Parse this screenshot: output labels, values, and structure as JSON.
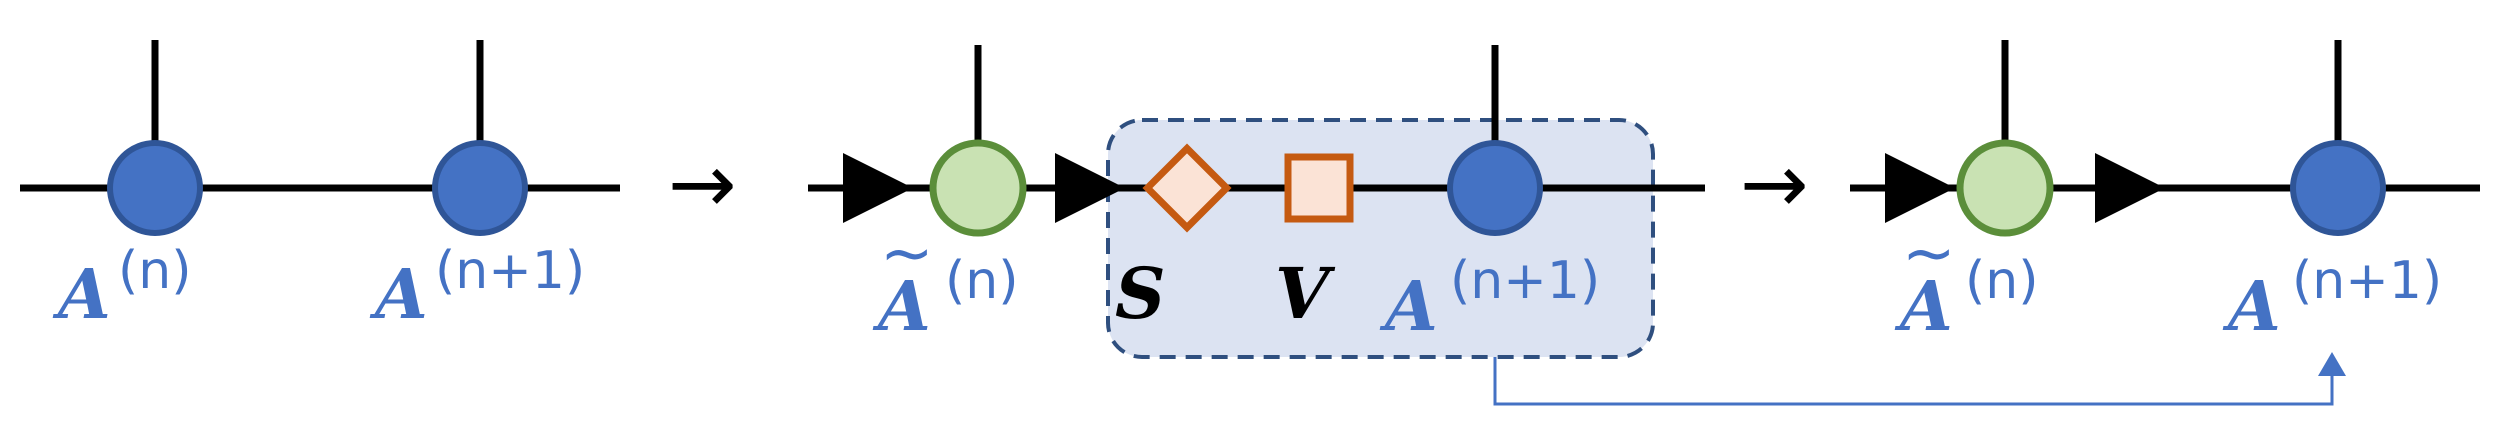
{
  "colors": {
    "tensor_fill": "#4472C4",
    "tensor_stroke": "#2F5597",
    "ortho_fill": "#C9E2B3",
    "ortho_stroke": "#5B8E3A",
    "sv_fill": "#FBE3D6",
    "sv_stroke": "#C55A11",
    "group_fill": "#DCE3F2",
    "group_stroke": "#2F4F7F",
    "arrow_line": "#4472C4",
    "line": "#000000"
  },
  "labels": {
    "a": "A",
    "a_tilde": "A",
    "tilde": "~",
    "sup_n": "(n)",
    "sup_n1": "(n+1)",
    "s": "S",
    "v": "V",
    "step_arrow": "→"
  }
}
